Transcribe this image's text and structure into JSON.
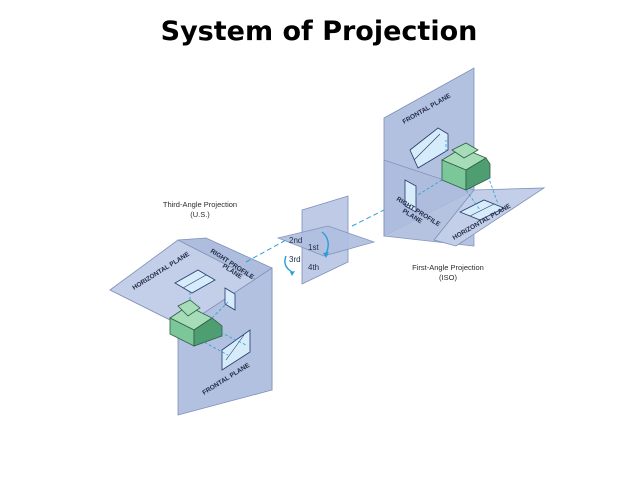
{
  "slide": {
    "title": "System of Projection"
  },
  "third_angle": {
    "heading_line1": "Third-Angle Projection",
    "heading_line2": "(U.S.)",
    "horizontal_plane": "HORIZONTAL PLANE",
    "right_profile_plane_line1": "RIGHT PROFILE",
    "right_profile_plane_line2": "PLANE",
    "frontal_plane": "FRONTAL PLANE"
  },
  "quadrants": {
    "q2": "2nd",
    "q1": "1st",
    "q3": "3rd",
    "q4": "4th"
  },
  "first_angle": {
    "heading_line1": "First-Angle Projection",
    "heading_line2": "(ISO)",
    "frontal_plane": "FRONTAL PLANE",
    "right_profile_plane_line1": "RIGHT PROFILE",
    "right_profile_plane_line2": "PLANE",
    "horizontal_plane": "HORIZONTAL PLANE"
  },
  "colors": {
    "plane_fill": "#b9c6e2",
    "plane_stroke": "#7d8fb8",
    "object_green": "#7cc79a",
    "object_green_dark": "#4f9e72",
    "projection_blue": "#cfe6f7",
    "dashed_line": "#2a9fd6"
  }
}
